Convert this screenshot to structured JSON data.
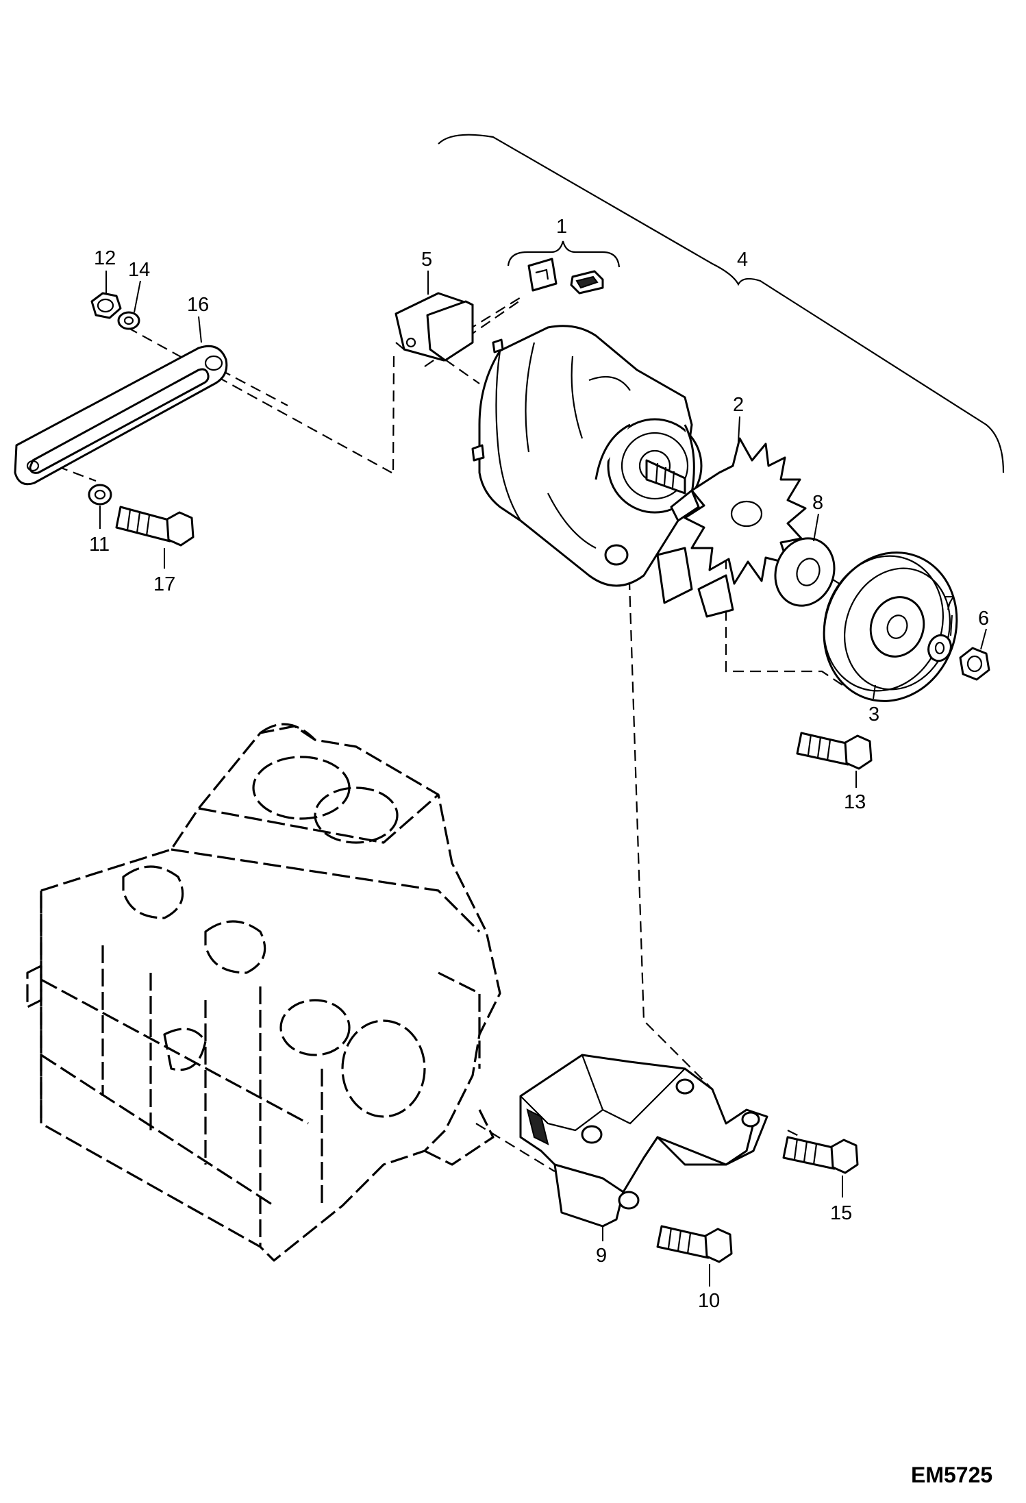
{
  "diagram": {
    "drawing_code": "EM5725",
    "callouts": [
      {
        "id": "c1",
        "label": "1"
      },
      {
        "id": "c2",
        "label": "2"
      },
      {
        "id": "c3",
        "label": "3"
      },
      {
        "id": "c4",
        "label": "4"
      },
      {
        "id": "c5",
        "label": "5"
      },
      {
        "id": "c6",
        "label": "6"
      },
      {
        "id": "c7",
        "label": "7"
      },
      {
        "id": "c8",
        "label": "8"
      },
      {
        "id": "c9",
        "label": "9"
      },
      {
        "id": "c10",
        "label": "10"
      },
      {
        "id": "c11",
        "label": "11"
      },
      {
        "id": "c12",
        "label": "12"
      },
      {
        "id": "c13",
        "label": "13"
      },
      {
        "id": "c14",
        "label": "14"
      },
      {
        "id": "c15",
        "label": "15"
      },
      {
        "id": "c16",
        "label": "16"
      },
      {
        "id": "c17",
        "label": "17"
      }
    ]
  }
}
